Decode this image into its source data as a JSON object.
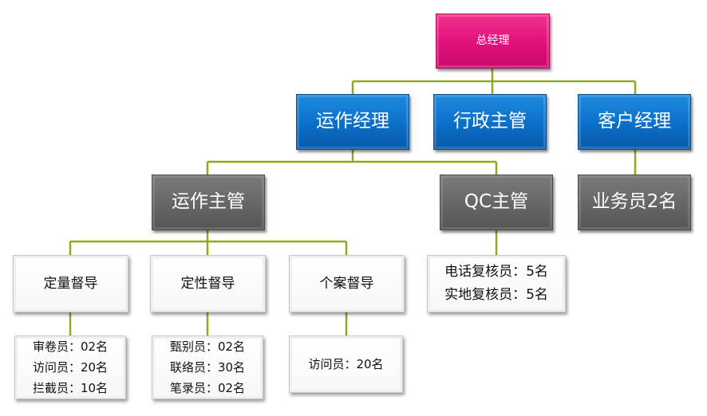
{
  "nodes": {
    "general_manager": "总经理",
    "operations_manager": "运作经理",
    "admin_supervisor": "行政主管",
    "account_manager": "客户经理",
    "operations_supervisor": "运作主管",
    "qc_supervisor": "QC主管",
    "salesperson": "业务员2名",
    "quant_supervisor": "定量督导",
    "qual_supervisor": "定性督导",
    "case_supervisor": "个案督导",
    "qc_staff": [
      "电话复核员：5名",
      "实地复核员：5名"
    ],
    "quant_staff": [
      "审卷员：02名",
      "访问员：20名",
      "拦截员：10名"
    ],
    "qual_staff": [
      "甄别员：02名",
      "联络员：30名",
      "笔录员：02名"
    ],
    "case_staff": [
      "访问员：20名"
    ]
  },
  "colors": {
    "top": "#e0107a",
    "level1": "#0a6fc8",
    "level2": "#666666",
    "leaf": "#ffffff",
    "connector": "#8faa1c"
  }
}
